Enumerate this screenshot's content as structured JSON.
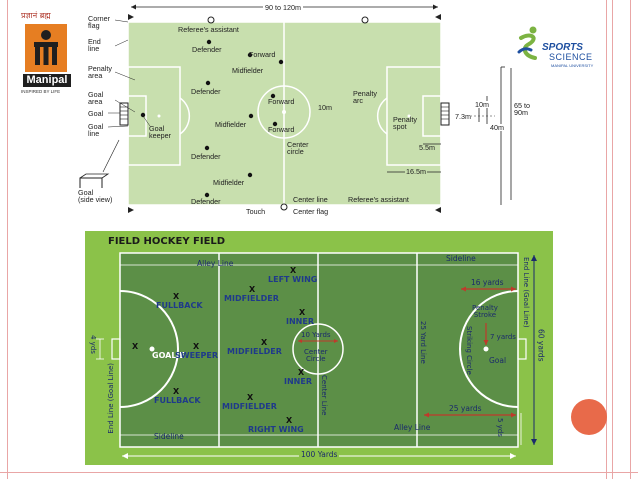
{
  "branding": {
    "hindi_text": "प्रज्ञानं ब्रह्म",
    "logo_name": "Manipal",
    "logo_tagline": "INSPIRED BY LIFE",
    "sports_title": "SPORTS",
    "sports_sub": "SCIENCE",
    "sports_univ": "MANIPAL UNIVERSITY",
    "colors": {
      "manipal_orange": "#e67e22",
      "manipal_dark": "#1f1f1f",
      "sports_blue": "#1e4fa0",
      "sports_green": "#7cb342",
      "frame_red": "#e9a6a6",
      "circle_decoration": "#e86a4a"
    }
  },
  "soccer": {
    "top_dimension": "90 to 120m",
    "labels": {
      "corner_flag": "Corner\nflag",
      "end_line": "End\nline",
      "penalty_area": "Penalty\narea",
      "goal_area": "Goal\narea",
      "goal": "Goal",
      "goal_line": "Goal\nline",
      "goal_keeper": "Goal\nkeeper",
      "goal_side_view": "Goal\n(side view)",
      "referees_assistant_top": "Referee's assistant",
      "defender1": "Defender",
      "defender2": "Defender",
      "defender3": "Defender",
      "defender4": "Defender",
      "midfielder1": "Midfielder",
      "midfielder2": "Midfielder",
      "midfielder3": "Midfielder",
      "forward1": "Forward",
      "forward2": "Forward",
      "forward3": "Forward",
      "dim_10m": "10m",
      "center_circle": "Center\ncircle",
      "penalty_arc": "Penalty\narc",
      "penalty_spot": "Penalty\nspot",
      "dim_5_5m": "5.5m",
      "dim_16_5m": "16.5m",
      "touch": "Touch",
      "center_line": "Center line",
      "center_flag": "Center flag",
      "referees_assistant_bottom": "Referee's assistant",
      "dim_10m_right": "10m",
      "dim_7_3m": "7.3m",
      "dim_40m": "40m",
      "dim_65_90m": "65 to\n90m"
    }
  },
  "hockey": {
    "title": "FIELD HOCKEY FIELD",
    "positions": {
      "left_wing": "LEFT WING",
      "fullback1": "FULLBACK",
      "midfielder1": "MIDFIELDER",
      "inner1": "INNER",
      "goalie": "GOALIE",
      "sweeper": "SWEEPER",
      "midfielder2": "MIDFIELDER",
      "inner2": "INNER",
      "fullback2": "FULLBACK",
      "midfielder3": "MIDFIELDER",
      "right_wing": "RIGHT WING"
    },
    "marker": "X",
    "labels": {
      "alley_line_top": "Alley Line",
      "sideline_top": "Sideline",
      "end_line_right": "End Line (Goal Line)",
      "sixty_yards": "60 yards",
      "sixteen_yards": "16 yards",
      "penalty_stroke": "Penalty\nStroke",
      "seven_yards": "7 yards",
      "striking_circle": "Striking Circle",
      "goal": "Goal",
      "twenty_five_yard_line": "25 Yard Line",
      "ten_yards": "10 Yards",
      "center_circle": "Center\nCircle",
      "center_line": "Center Line",
      "four_yds": "4 yds",
      "end_line_left": "End Line (Goal Line)",
      "sideline_bottom": "Sideline",
      "alley_line_bottom": "Alley Line",
      "twenty_five_yards": "25 yards",
      "five_yds": "5 yds",
      "hundred_yards": "100 Yards"
    }
  }
}
